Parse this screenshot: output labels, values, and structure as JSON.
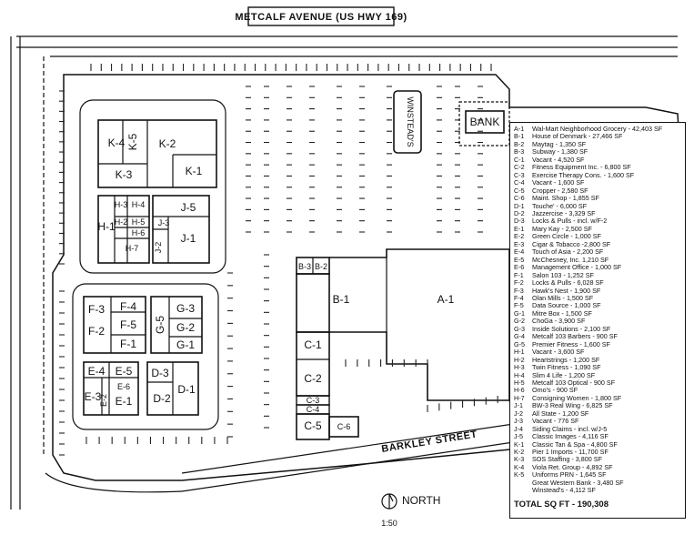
{
  "street_top": "METCALF AVENUE (US HWY 169)",
  "street_bottom": "BARKLEY STREET",
  "north_label": "NORTH",
  "scale": "1:50",
  "buildings": {
    "winsteads": "WINSTEAD'S",
    "bank": "BANK",
    "k4": "K-4",
    "k5": "K-5",
    "k2": "K-2",
    "k3": "K-3",
    "k1": "K-1",
    "h3": "H-3",
    "h2": "H-2",
    "h4": "H-4",
    "h5": "H-5",
    "h6": "H-6",
    "h7": "H-7",
    "h1": "H-1",
    "j5": "J-5",
    "j3": "J-3",
    "j1": "J-1",
    "j2": "J-2",
    "b3": "B-3",
    "b2": "B-2",
    "b1": "B-1",
    "a1": "A-1",
    "f3": "F-3",
    "f4": "F-4",
    "f5": "F-5",
    "f2": "F-2",
    "f1": "F-1",
    "g3": "G-3",
    "g5": "G-5",
    "g2": "G-2",
    "g1": "G-1",
    "e4": "E-4",
    "e5": "E-5",
    "e6": "E-6",
    "e3": "E-3",
    "e2": "E-2",
    "e1": "E-1",
    "d3": "D-3",
    "d1": "D-1",
    "d2": "D-2",
    "c1": "C-1",
    "c2": "C-2",
    "c3": "C-3",
    "c4": "C-4",
    "c5": "C-5",
    "c6": "C-6"
  },
  "legend": [
    {
      "code": "A-1",
      "desc": "Wal-Mart Neighborhood Grocery - 42,403 SF"
    },
    {
      "code": "B-1",
      "desc": "House of Denmark - 27,466 SF"
    },
    {
      "code": "B-2",
      "desc": "Maytag - 1,350 SF"
    },
    {
      "code": "B-3",
      "desc": "Subway - 1,380 SF"
    },
    {
      "code": "C-1",
      "desc": "Vacant - 4,520 SF"
    },
    {
      "code": "C-2",
      "desc": "Fitness Equipment Inc. - 6,800 SF"
    },
    {
      "code": "C-3",
      "desc": "Exercise Therapy Cons. - 1,600 SF"
    },
    {
      "code": "C-4",
      "desc": "Vacant - 1,600 SF"
    },
    {
      "code": "C-5",
      "desc": "Cropper - 2,580 SF"
    },
    {
      "code": "C-6",
      "desc": "Maint. Shop - 1,855 SF"
    },
    {
      "code": "D-1",
      "desc": "Touche' - 6,000 SF"
    },
    {
      "code": "D-2",
      "desc": "Jazzercise - 3,329 SF"
    },
    {
      "code": "D-3",
      "desc": "Locks & Pulls - incl. w/F-2"
    },
    {
      "code": "E-1",
      "desc": "Mary Kay - 2,500 SF"
    },
    {
      "code": "E-2",
      "desc": "Green Circle - 1,000 SF"
    },
    {
      "code": "E-3",
      "desc": "Cigar & Tobacco -2,800 SF"
    },
    {
      "code": "E-4",
      "desc": "Touch of Asia - 2,200 SF"
    },
    {
      "code": "E-5",
      "desc": "McChesney, Inc. 1,210 SF"
    },
    {
      "code": "E-6",
      "desc": "Management Office - 1,000 SF"
    },
    {
      "code": "F-1",
      "desc": "Salon 103 - 1,252 SF"
    },
    {
      "code": "F-2",
      "desc": "Locks & Pulls - 6,028 SF"
    },
    {
      "code": "F-3",
      "desc": "Hawk's Nest - 1,900 SF"
    },
    {
      "code": "F-4",
      "desc": "Olan Mills - 1,500 SF"
    },
    {
      "code": "F-5",
      "desc": "Data Source - 1,000 SF"
    },
    {
      "code": "G-1",
      "desc": "Mitre Box - 1,500 SF"
    },
    {
      "code": "G-2",
      "desc": "ChoGa - 3,900 SF"
    },
    {
      "code": "G-3",
      "desc": "Inside Solutions - 2,100 SF"
    },
    {
      "code": "G-4",
      "desc": "Metcalf 103 Barbers - 900 SF"
    },
    {
      "code": "G-5",
      "desc": "Premier Fitness - 1,600 SF"
    },
    {
      "code": "H-1",
      "desc": "Vacant - 3,600 SF"
    },
    {
      "code": "H-2",
      "desc": "Heartstrings - 1,200 SF"
    },
    {
      "code": "H-3",
      "desc": "Twin Fitness - 1,090 SF"
    },
    {
      "code": "H-4",
      "desc": "Slim 4 Life - 1,200 SF"
    },
    {
      "code": "H-5",
      "desc": "Metcalf 103 Optical - 900 SF"
    },
    {
      "code": "H-6",
      "desc": "Omo's - 900 SF"
    },
    {
      "code": "H-7",
      "desc": "Consigning Women - 1,800 SF"
    },
    {
      "code": "J-1",
      "desc": "BW-3 Real Wing - 6,825 SF"
    },
    {
      "code": "J-2",
      "desc": "All State - 1,200 SF"
    },
    {
      "code": "J-3",
      "desc": "Vacant - 776 SF"
    },
    {
      "code": "J-4",
      "desc": "Siding Claims - incl. w/J-5"
    },
    {
      "code": "J-5",
      "desc": "Classic Images - 4,116 SF"
    },
    {
      "code": "K-1",
      "desc": "Classic Tan & Spa - 4,800 SF"
    },
    {
      "code": "K-2",
      "desc": "Pier 1 Imports - 11,700 SF"
    },
    {
      "code": "K-3",
      "desc": "SOS Staffing - 3,800 SF"
    },
    {
      "code": "K-4",
      "desc": "Viola Ret. Group - 4,892 SF"
    },
    {
      "code": "K-5",
      "desc": "Uniforms PRN - 1,645 SF"
    },
    {
      "code": "",
      "desc": "Great Western Bank - 3,480 SF"
    },
    {
      "code": "",
      "desc": "Winstead's - 4,112 SF"
    }
  ],
  "legend_total": "TOTAL SQ FT - 190,308"
}
